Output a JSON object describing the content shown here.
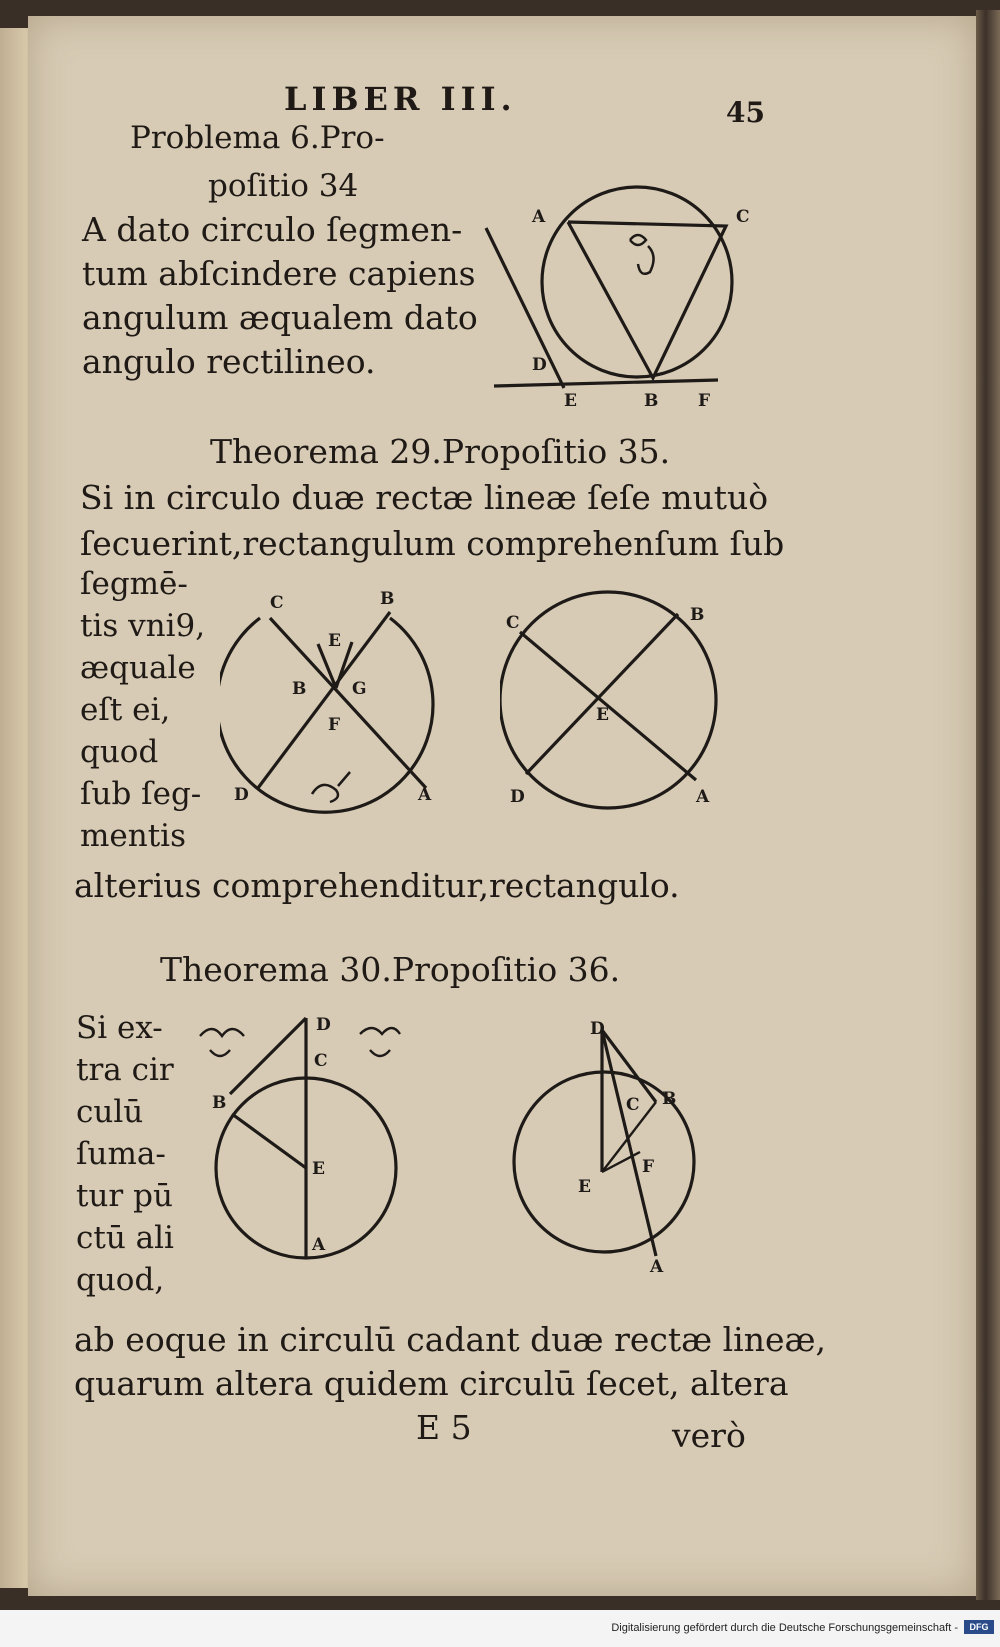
{
  "header": {
    "title": "LIBER III.",
    "page_number": "45"
  },
  "problem6": {
    "heading_1": "Problema 6.Pro-",
    "heading_2": "poſitio 34",
    "lines": [
      "A dato circulo ſegmen-",
      "tum abſcindere capiens",
      "angulum æqualem dato",
      "angulo rectilineo."
    ],
    "labels": {
      "a": "A",
      "c": "C",
      "d": "D",
      "e": "E",
      "b": "B",
      "f": "F"
    }
  },
  "theorem29": {
    "heading": "Theorema 29.Propoſitio 35.",
    "lines": [
      "Si in circulo duæ rectæ lineæ ſeſe mutuò",
      "ſecuerint,rectangulum comprehenſum ſub"
    ],
    "side_lines": [
      "ſegmē-",
      "tis vni9,",
      "æquale",
      "eſt ei,",
      "quod",
      "ſub ſeg-",
      "mentis"
    ],
    "closing": "alterius comprehenditur,rectangulo.",
    "fig1_labels": {
      "c": "C",
      "b": "B",
      "e": "E",
      "g": "G",
      "f": "F",
      "d": "D",
      "a": "A"
    },
    "fig2_labels": {
      "c": "C",
      "b": "B",
      "e": "E",
      "d": "D",
      "a": "A"
    }
  },
  "theorem30": {
    "heading": "Theorema 30.Propoſitio 36.",
    "side_lines": [
      "Si ex-",
      "tra cir",
      "culū",
      "ſuma-",
      "tur pū",
      "ctū ali",
      "quod,"
    ],
    "lines": [
      "ab eoque in circulū cadant duæ rectæ lineæ,",
      "quarum altera quidem circulū ſecet, altera"
    ],
    "fig1_labels": {
      "d": "D",
      "c": "C",
      "b": "B",
      "e": "E",
      "a": "A"
    },
    "fig2_labels": {
      "d": "D",
      "c": "C",
      "b": "B",
      "e": "E",
      "f": "F",
      "a": "A"
    }
  },
  "signature": "E 5",
  "catchword": "verò",
  "footer": {
    "credit": "Digitalisierung gefördert durch die Deutsche Forschungsgemeinschaft -",
    "logo": "DFG"
  }
}
